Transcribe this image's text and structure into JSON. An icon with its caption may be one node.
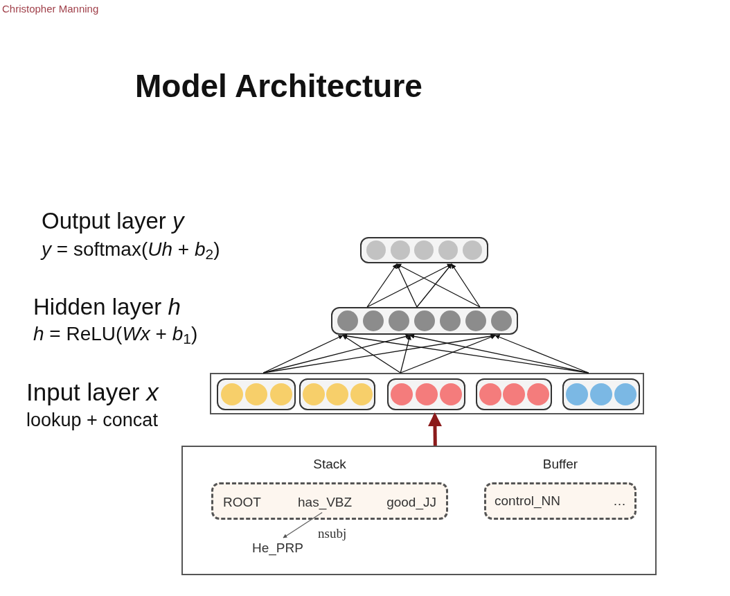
{
  "diagram": {
    "title": "Model Architecture",
    "nodes": [
      {
        "text": [],
        "shape": "bar"
      },
      {
        "text": [],
        "shape": "bar"
      },
      {
        "text": [],
        "shape": "box"
      },
      {
        "text": [],
        "shape": "bar",
        "in": 2
      },
      {
        "text": [],
        "shape": "bar",
        "in": 2
      },
      {
        "text": [],
        "shape": "bar",
        "in": 2
      },
      {
        "text": [],
        "shape": "bar",
        "in": 2
      },
      {
        "text": [],
        "shape": "bar",
        "in": 2
      },
      {
        "text": [],
        "shape": "box"
      },
      {
        "text": [
          "Stack"
        ],
        "in": 8
      },
      {
        "text": [
          "ROOT"
        ],
        "in": 9
      },
      {
        "text": [
          "has_VBZ"
        ],
        "in": 9
      },
      {
        "text": [
          "good_JJ"
        ],
        "in": 9
      },
      {
        "text": [
          "Buffer",
          "control_NN",
          "…"
        ],
        "in": 8
      },
      {
        "text": [
          "He_PRP"
        ],
        "in": 8
      }
    ],
    "edges": [
      {
        "from": 2,
        "to": 1,
        "arrow": "to"
      },
      {
        "from": 2,
        "to": 1,
        "arrow": "to"
      },
      {
        "from": 2,
        "to": 1,
        "arrow": "to"
      },
      {
        "from": 2,
        "to": 1,
        "arrow": "to"
      },
      {
        "from": 2,
        "to": 1,
        "arrow": "to"
      },
      {
        "from": 2,
        "to": 1,
        "arrow": "to"
      },
      {
        "from": 2,
        "to": 1,
        "arrow": "to"
      },
      {
        "from": 2,
        "to": 1,
        "arrow": "to"
      },
      {
        "from": 2,
        "to": 1,
        "arrow": "to"
      },
      {
        "from": 1,
        "to": 0,
        "arrow": "to"
      },
      {
        "from": 1,
        "to": 0,
        "arrow": "to"
      },
      {
        "from": 1,
        "to": 0,
        "arrow": "to"
      },
      {
        "from": 1,
        "to": 0,
        "arrow": "to"
      },
      {
        "from": 1,
        "to": 0,
        "arrow": "to"
      },
      {
        "from": 1,
        "to": 0,
        "arrow": "to"
      },
      {
        "from": 8,
        "to": 2,
        "arrow": "to",
        "style": "thick",
        "color": "#8b1a1a"
      },
      {
        "from": 11,
        "to": 14,
        "arrow": "to",
        "label": "nsubj"
      }
    ],
    "labels": [
      "Christopher Manning",
      "Output layer *y*",
      "*y* = softmax(*Uh* + *b*$_{2}$)",
      "Hidden layer *h*",
      "*h* = ReLU(*Wx* + *b*$_{1}$)",
      "Input layer *x*",
      "lookup + concat"
    ]
  }
}
